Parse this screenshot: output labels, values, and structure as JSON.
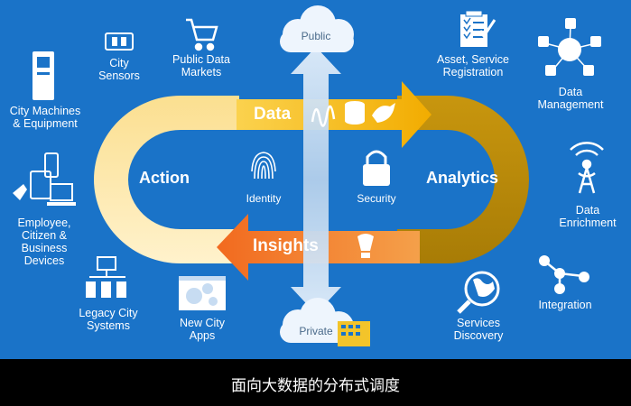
{
  "caption": "面向大数据的分布式调度",
  "colors": {
    "background": "#1a73c8",
    "data_arrow": "#f5b400",
    "insights_arrow": "#f07f2b",
    "action_arc": "#fbe3a0",
    "analytics_arc": "#c6910a",
    "axis": "#b9d4ee"
  },
  "flows": {
    "data": "Data",
    "insights": "Insights",
    "action": "Action",
    "analytics": "Analytics"
  },
  "axis": {
    "top": "Public",
    "bottom": "Private"
  },
  "center": {
    "identity": "Identity",
    "security": "Security"
  },
  "nodes": {
    "city_sensors": [
      "City",
      "Sensors"
    ],
    "public_data_markets": [
      "Public Data",
      "Markets"
    ],
    "city_machines": [
      "City Machines",
      "& Equipment"
    ],
    "employee_devices": [
      "Employee,",
      "Citizen &",
      "Business",
      "Devices"
    ],
    "legacy_city": [
      "Legacy City",
      "Systems"
    ],
    "new_city_apps": [
      "New City",
      "Apps"
    ],
    "asset_service": [
      "Asset, Service",
      "Registration"
    ],
    "data_management": [
      "Data",
      "Management"
    ],
    "data_enrichment": [
      "Data",
      "Enrichment"
    ],
    "integration": [
      "Integration"
    ],
    "services_discovery": [
      "Services",
      "Discovery"
    ]
  }
}
